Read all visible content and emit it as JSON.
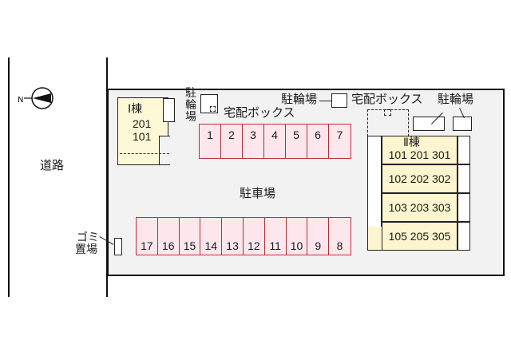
{
  "map": {
    "road_label": "道路",
    "compass": {
      "label": "N",
      "icon": "north-arrow-icon",
      "orientation": "north points left"
    },
    "site": {
      "background": "#f2f2f2",
      "parking_lot_label": "駐車場",
      "garbage_label_line1": "ゴミ",
      "garbage_label_line2": "置場"
    },
    "building_1": {
      "title": "Ⅰ棟",
      "units": [
        "201",
        "101"
      ],
      "fill": "#fdf8d6"
    },
    "building_2": {
      "title": "Ⅱ棟",
      "rows": [
        "101 201 301",
        "102 202 302",
        "103 203 303",
        "105 205 305"
      ],
      "fill": "#fdf5cf"
    },
    "labels": {
      "bicycle_parking_vertical": "駐輪場",
      "delivery_box_1": "宅配ボックス",
      "bicycle_parking_2": "駐輪場",
      "delivery_box_2": "宅配ボックス",
      "bicycle_parking_3": "駐輪場"
    },
    "parking": {
      "stall_fill": "#fde6ec",
      "stall_border": "#c0303a",
      "top_row": [
        "1",
        "2",
        "3",
        "4",
        "5",
        "6",
        "7"
      ],
      "bottom_row": [
        "17",
        "16",
        "15",
        "14",
        "13",
        "12",
        "11",
        "10",
        "9",
        "8"
      ]
    }
  }
}
